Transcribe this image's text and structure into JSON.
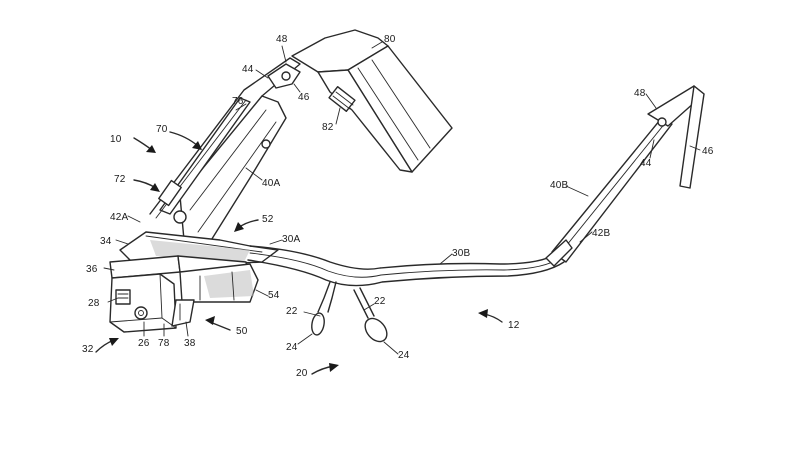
{
  "diagram": {
    "labels": {
      "l10": "10",
      "l70": "70",
      "l72": "72",
      "l76": "76",
      "l44a": "44",
      "l48a": "48",
      "l80": "80",
      "l46a": "46",
      "l82": "82",
      "l40A": "40A",
      "l42A": "42A",
      "l34": "34",
      "l52": "52",
      "l30A": "30A",
      "l36": "36",
      "l28": "28",
      "l54": "54",
      "l32": "32",
      "l26": "26",
      "l78": "78",
      "l38": "38",
      "l50": "50",
      "l30B": "30B",
      "l22a": "22",
      "l22b": "22",
      "l24a": "24",
      "l24b": "24",
      "l20": "20",
      "l12": "12",
      "l40B": "40B",
      "l42B": "42B",
      "l48b": "48",
      "l44b": "44",
      "l46b": "46"
    }
  }
}
